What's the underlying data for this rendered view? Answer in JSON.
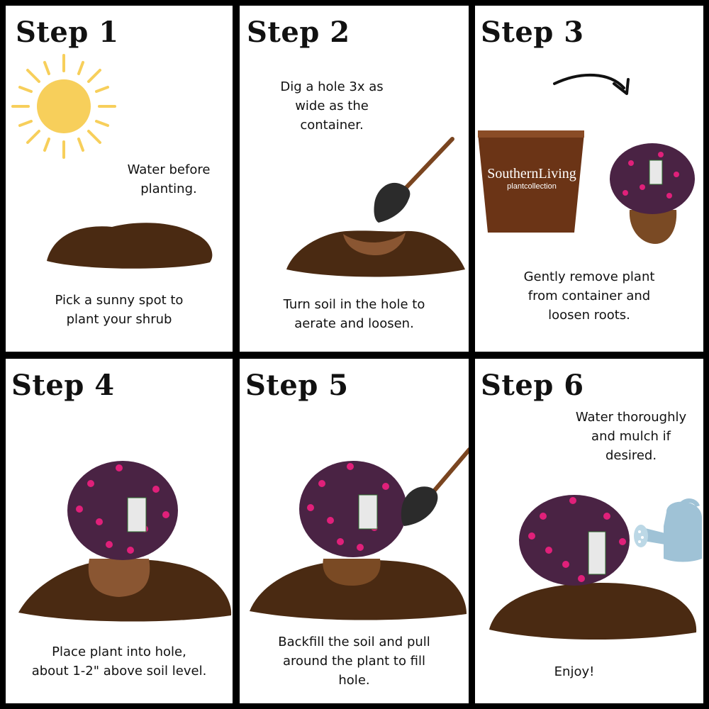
{
  "steps": [
    {
      "title": "Step 1",
      "caption_top": "Water before\nplanting.",
      "caption_bottom": "Pick a sunny spot to\nplant your shrub"
    },
    {
      "title": "Step 2",
      "caption_top": "Dig a hole 3x as\nwide as the\ncontainer.",
      "caption_bottom": "Turn soil in the hole to\naerate and loosen."
    },
    {
      "title": "Step 3",
      "caption_bottom": "Gently remove plant\nfrom container and\nloosen roots.",
      "pot_brand": "SouthernLiving",
      "pot_sub": "plantcollection"
    },
    {
      "title": "Step 4",
      "caption_bottom": "Place plant into hole,\nabout 1-2\" above soil level."
    },
    {
      "title": "Step 5",
      "caption_bottom": "Backfill the soil and pull\naround the plant to fill\nhole."
    },
    {
      "title": "Step 6",
      "caption_top": "Water thoroughly\nand mulch if\ndesired.",
      "caption_bottom": "Enjoy!"
    }
  ],
  "colors": {
    "border": "#000000",
    "panel": "#ffffff",
    "soil": "#4a2a12",
    "soil_hole": "#8a5632",
    "sun": "#f7cf5b",
    "pot": "#6b3416",
    "foliage": "#4a2344",
    "blossom": "#e0207a",
    "watering_can": "#9fc2d6"
  }
}
